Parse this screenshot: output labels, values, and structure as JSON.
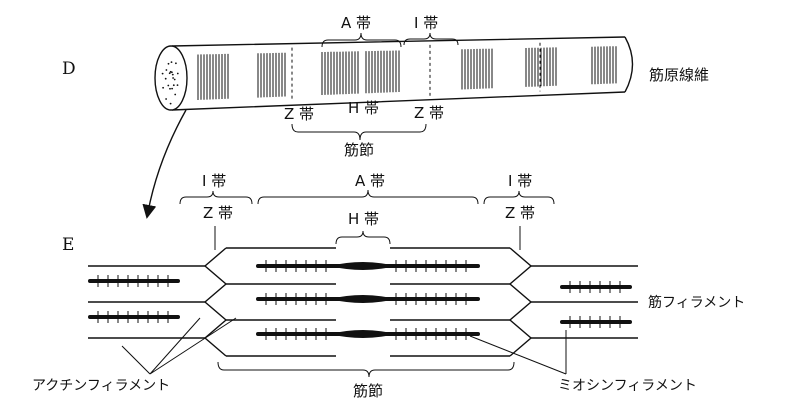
{
  "panel_d": {
    "letter": "D",
    "fiber_label": "筋原線維",
    "a_band": "A 帯",
    "i_band": "I 帯",
    "z_band_left": "Z 帯",
    "h_band": "H 帯",
    "z_band_right": "Z 帯",
    "sarcomere": "筋節"
  },
  "panel_e": {
    "letter": "E",
    "i_band_left": "I 帯",
    "a_band": "A 帯",
    "i_band_right": "I 帯",
    "z_band_left": "Z 帯",
    "h_band": "H 帯",
    "z_band_right": "Z 帯",
    "myofilament": "筋フィラメント",
    "actin": "アクチンフィラメント",
    "sarcomere": "筋節",
    "myosin": "ミオシンフィラメント"
  }
}
